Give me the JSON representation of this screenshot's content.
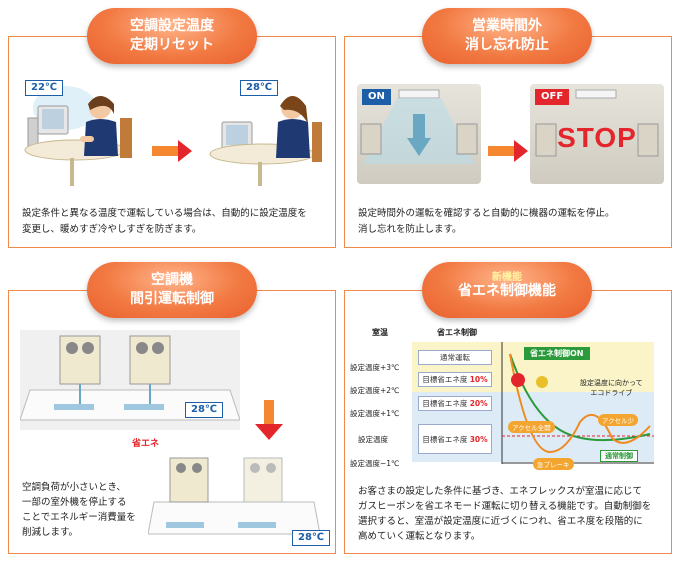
{
  "panels": {
    "reset": {
      "title_line1": "空調設定温度",
      "title_line2": "定期リセット",
      "temp_before": "22℃",
      "temp_after": "28℃",
      "desc_line1": "設定条件と異なる温度で運転している場合は、自動的に設定温度を",
      "desc_line2": "変更し、暖めすぎ冷やしすぎを防ぎます。"
    },
    "offtime": {
      "title_line1": "営業時間外",
      "title_line2": "消し忘れ防止",
      "label_on": "ON",
      "label_off": "OFF",
      "stop": "STOP",
      "desc_line1": "設定時間外の運転を確認すると自動的に機器の運転を停止。",
      "desc_line2": "消し忘れを防止します。"
    },
    "thinning": {
      "title_line1": "空調機",
      "title_line2": "間引運転制御",
      "temp_top": "28℃",
      "temp_bottom": "28℃",
      "energy_tag": "省エネ",
      "desc_line1": "空調負荷が小さいとき、",
      "desc_line2": "一部の室外機を停止する",
      "desc_line3": "ことでエネルギー消費量を",
      "desc_line4": "削減します。"
    },
    "ecomode": {
      "badge": "新機能",
      "title": "省エネ制御機能",
      "col_room": "室温",
      "col_eco": "省エネ制御",
      "rows": [
        "設定温度+3℃",
        "設定温度+2℃",
        "設定温度+1℃",
        "設定温度",
        "設定温度−1℃"
      ],
      "box_normal": "通常運転",
      "box1_label": "目標省エネ度",
      "box1_value": "10%",
      "box2_label": "目標省エネ度",
      "box2_value": "20%",
      "box3_label": "目標省エネ度",
      "box3_value": "30%",
      "eco_on": "省エネ制御ON",
      "eco_drive_line1": "設定温度に向かって",
      "eco_drive_line2": "エコドライブ",
      "accel_full": "アクセル全開",
      "accel_ease": "アクセル少",
      "brake": "急ブレーキ",
      "normal_control": "通常制御",
      "desc_line1": "お客さまの設定した条件に基づき、エネフレックスが室温に応じて",
      "desc_line2": "ガスヒーポンを省エネモード運転に切り替える機能です。自動制御を",
      "desc_line3": "選択すると、室温が設定温度に近づくにつれ、省エネ度を段階的に",
      "desc_line4": "高めていく運転となります。"
    }
  },
  "colors": {
    "accent": "#f27a43",
    "border": "#f08a4b",
    "blue_tag": "#1c5fa8",
    "eco_green": "#2a9a3a",
    "stop_red": "#e3262b"
  }
}
